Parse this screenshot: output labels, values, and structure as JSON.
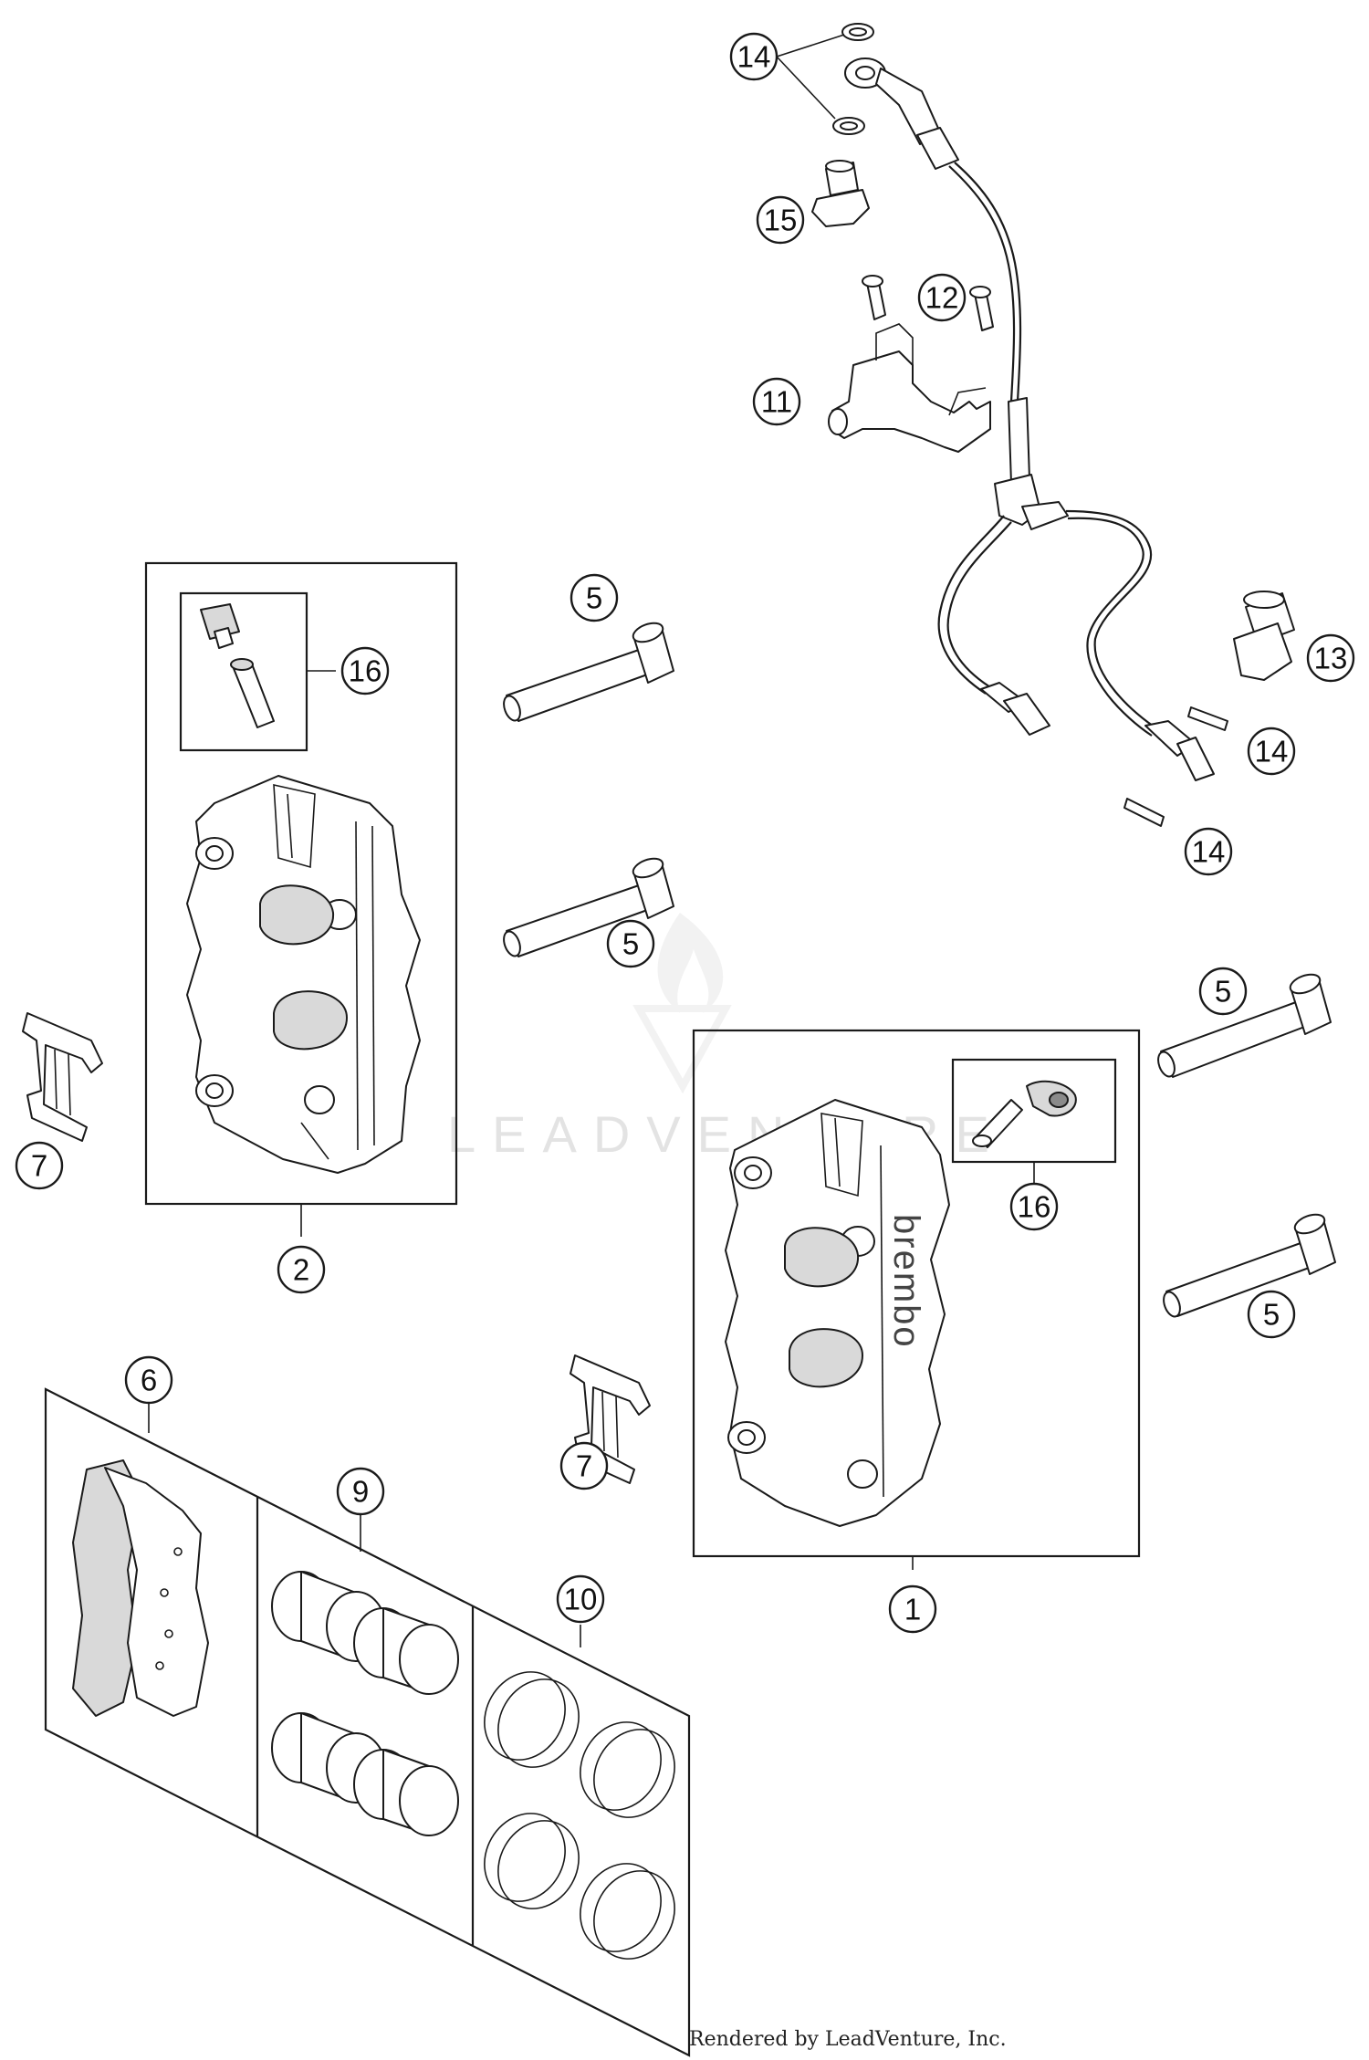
{
  "callouts": {
    "c1": "1",
    "c2": "2",
    "c5a": "5",
    "c5b": "5",
    "c5c": "5",
    "c5d": "5",
    "c6": "6",
    "c7a": "7",
    "c7b": "7",
    "c9": "9",
    "c10": "10",
    "c11": "11",
    "c12": "12",
    "c13": "13",
    "c14a": "14",
    "c14b": "14",
    "c14c": "14",
    "c15": "15",
    "c16a": "16",
    "c16b": "16"
  },
  "caliper_brand_text": "brembo",
  "watermark_text": "LEADVENTURE",
  "credit_text": "Rendered by LeadVenture, Inc."
}
